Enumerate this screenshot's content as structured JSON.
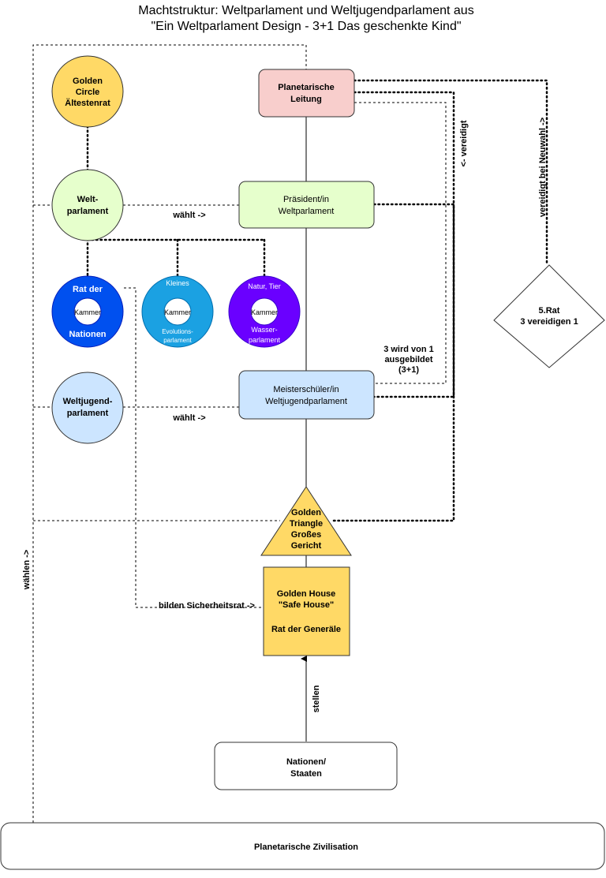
{
  "title": {
    "line1": "Machtstruktur: Weltparlament und Weltjugendparlament aus",
    "line2": "\"Ein Weltparlament Design - 3+1 Das geschenkte Kind\""
  },
  "colors": {
    "golden": "#ffd966",
    "pink": "#f8cecc",
    "green": "#e6ffcc",
    "blue_light": "#cce5ff",
    "ring_blue": "#0050ef",
    "ring_cyan": "#1ba1e2",
    "ring_purple": "#6a00ff"
  },
  "nodes": {
    "golden_circle": [
      "Golden",
      "Circle",
      "Ältestenrat"
    ],
    "weltparlament": [
      "Welt-",
      "parlament"
    ],
    "weltjugendparlament": [
      "Weltjugend-",
      "parlament"
    ],
    "planetarische_leitung": [
      "Planetarische",
      "Leitung"
    ],
    "praesident": [
      "Präsident/in",
      "Weltparlament"
    ],
    "meisterschueler": [
      "Meisterschüler/in",
      "Weltjugendparlament"
    ],
    "golden_triangle": [
      "Golden",
      "Triangle",
      "Großes",
      "Gericht"
    ],
    "golden_house": [
      "Golden House",
      "\"Safe House\"",
      "Rat der Generäle"
    ],
    "nationen": [
      "Nationen/",
      "Staaten"
    ],
    "zivilisation": "Planetarische Zivilisation",
    "rat5": [
      "5.Rat",
      "3 vereidigen 1"
    ]
  },
  "kammern": [
    {
      "top": "Rat der",
      "center": "Kammer",
      "bottom": "Nationen"
    },
    {
      "top": "Kleines",
      "center": "Kammer",
      "bottom": "Evolutions-",
      "bottom2": "parlament"
    },
    {
      "top": "Natur, Tier",
      "center": "Kammer",
      "bottom": "Wasser-",
      "bottom2": "parlament"
    }
  ],
  "edge_labels": {
    "waehlt_1": "wählt ->",
    "waehlt_2": "wählt ->",
    "vereidigt": "<- vereidigt",
    "vereidigt_neuwahl": "vereidigt bei Neuwahl ->",
    "ausgebildet": [
      "3 wird von 1",
      "ausgebildet",
      "(3+1)"
    ],
    "sicherheitsrat": "bilden Sicherheitsrat ->",
    "stellen": "stellen",
    "waehlen": "wählen ->"
  }
}
